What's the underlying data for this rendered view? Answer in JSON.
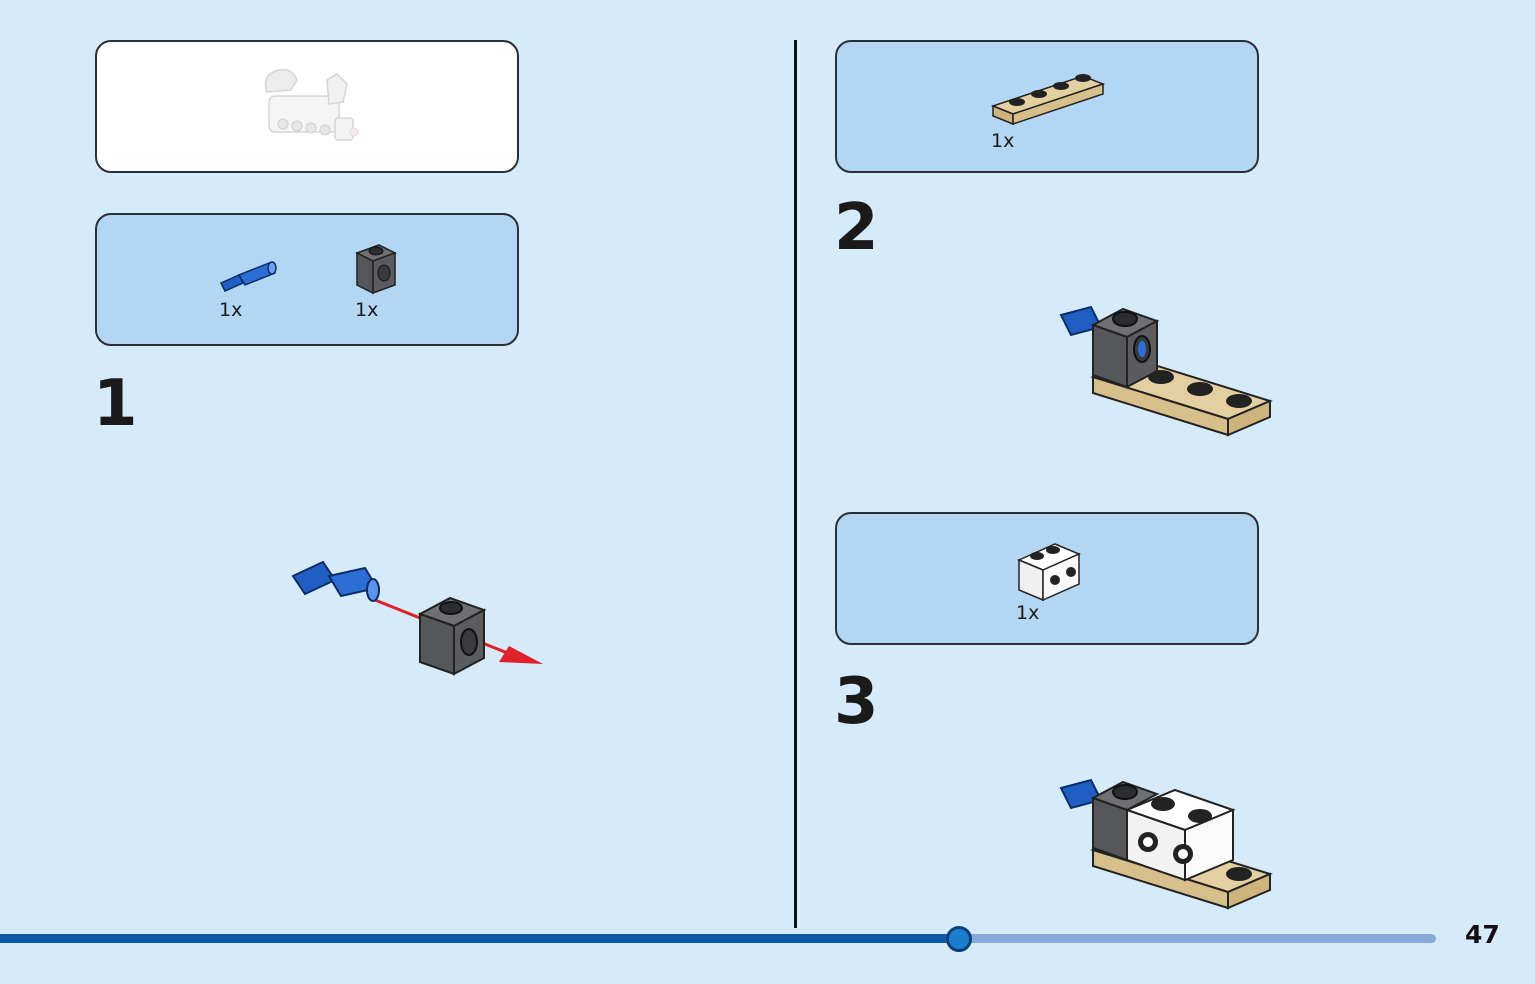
{
  "page": {
    "number": "47",
    "progress_fraction": 0.668
  },
  "preview_box": {
    "icon": "finished-submodel-preview"
  },
  "step1": {
    "number": "1",
    "parts": [
      {
        "icon": "blue-axle-pin",
        "qty": "1x"
      },
      {
        "icon": "dark-gray-technic-brick-1x1",
        "qty": "1x"
      }
    ]
  },
  "step2": {
    "number": "2",
    "parts": [
      {
        "icon": "tan-plate-1x4",
        "qty": "1x"
      }
    ]
  },
  "step3": {
    "number": "3",
    "parts": [
      {
        "icon": "white-brick-with-studs-on-side",
        "qty": "1x"
      }
    ]
  },
  "colors": {
    "background": "#d6ebf9",
    "parts_box": "#b3d6f3",
    "axle_blue": "#1f5fc4",
    "brick_gray": "#5a5c60",
    "plate_tan": "#dcc593",
    "arrow_red": "#e0202a",
    "progress_fill": "#0c5aa8",
    "progress_track": "#8aa9db"
  }
}
